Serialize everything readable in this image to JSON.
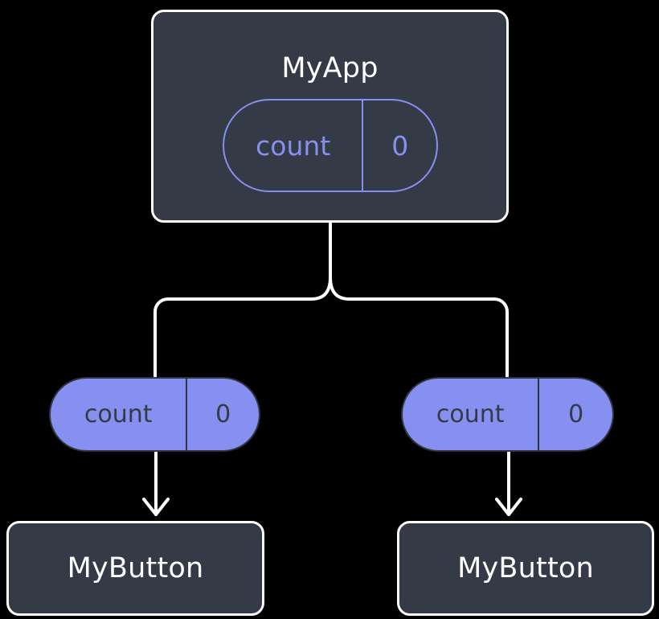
{
  "diagram": {
    "title": "Component state propagation tree",
    "background_color": "#000000",
    "nodes": {
      "root": {
        "label": "MyApp",
        "type": "component-box",
        "fill_color": "#343a46",
        "border_color": "#ffffff",
        "state": {
          "key": "count",
          "value": "0",
          "style": "outlined",
          "accent_color": "#8690f0"
        }
      },
      "left_branch": {
        "state": {
          "key": "count",
          "value": "0",
          "style": "filled",
          "accent_color": "#8690f0",
          "text_color": "#343a46"
        },
        "child": {
          "label": "MyButton",
          "type": "component-box",
          "fill_color": "#343a46",
          "border_color": "#ffffff"
        }
      },
      "right_branch": {
        "state": {
          "key": "count",
          "value": "0",
          "style": "filled",
          "accent_color": "#8690f0",
          "text_color": "#343a46"
        },
        "child": {
          "label": "MyButton",
          "type": "component-box",
          "fill_color": "#343a46",
          "border_color": "#ffffff"
        }
      }
    },
    "edges": {
      "stroke_color": "#ffffff",
      "stroke_width": 4,
      "split_from_root_into": 2,
      "arrow_heads": 2
    }
  }
}
